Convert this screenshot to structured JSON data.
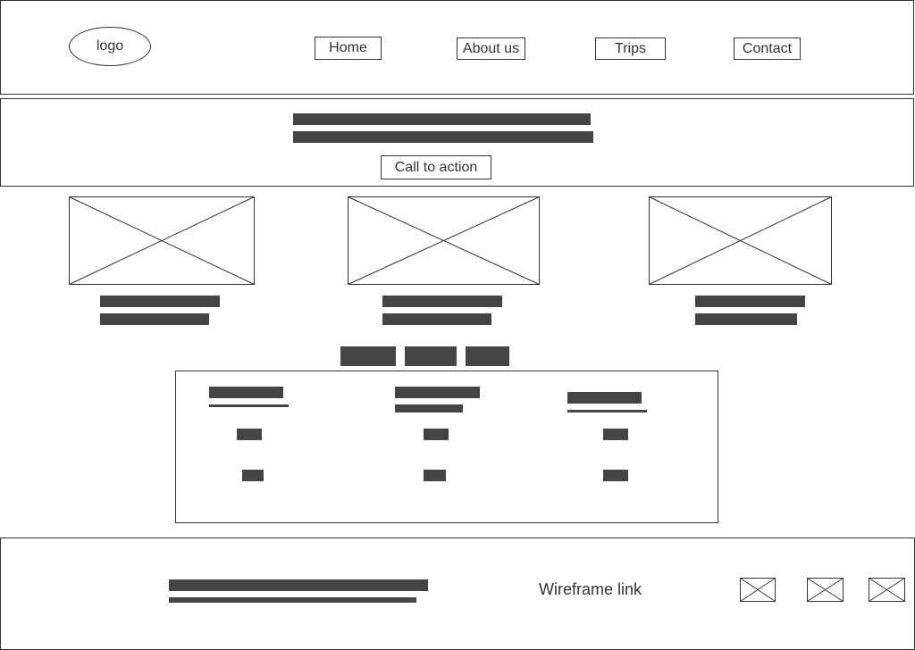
{
  "header": {
    "logo": "logo",
    "nav": [
      "Home",
      "About us",
      "Trips",
      "Contact"
    ]
  },
  "hero": {
    "cta_label": "Call to action"
  },
  "footer": {
    "link": "Wireframe link"
  }
}
